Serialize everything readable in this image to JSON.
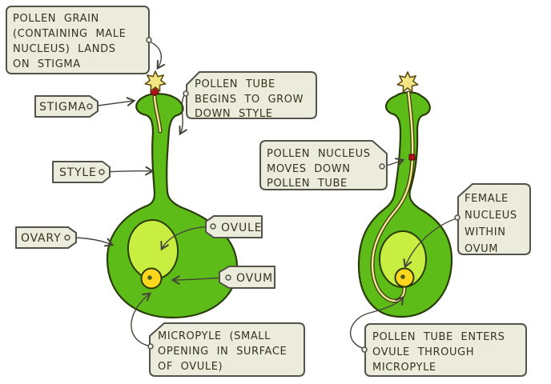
{
  "palette": {
    "bg": "#ffffff",
    "box": "#ebecdb",
    "boxstroke": "#53534a",
    "text": "#34341f",
    "leader": "#45453a",
    "green": "#5ebc18",
    "greenline": "#2a3c05",
    "ovule": "#c9ee42",
    "ovum": "#ffd71c",
    "dot": "#4a5a18",
    "star": "#f3e583",
    "starline": "#5c4d12",
    "tube": "#f7ea95",
    "tubeline": "#3c3c10",
    "red": "#b01217"
  },
  "labels": {
    "pollen_grain": {
      "lines": [
        "POLLEN GRAIN",
        "(CONTAINING MALE",
        "NUCLEUS) LANDS",
        "ON STIGMA"
      ]
    },
    "stigma": {
      "text": "STIGMA"
    },
    "pollen_tube_begins": {
      "lines": [
        "POLLEN TUBE",
        "BEGINS TO GROW",
        "DOWN STYLE"
      ]
    },
    "style": {
      "text": "STYLE"
    },
    "pollen_nucleus": {
      "lines": [
        "POLLEN NUCLEUS",
        "MOVES DOWN",
        "POLLEN TUBE"
      ]
    },
    "ovary": {
      "text": "OVARY"
    },
    "ovule": {
      "text": "OVULE"
    },
    "female_nucleus": {
      "lines": [
        "FEMALE",
        "NUCLEUS",
        "WITHIN",
        "OVUM"
      ]
    },
    "ovum": {
      "text": "OVUM"
    },
    "micropyle": {
      "lines": [
        "MICROPYLE (SMALL",
        "OPENING IN SURFACE",
        "OF OVULE)"
      ]
    },
    "pollen_tube_enters": {
      "lines": [
        "POLLEN TUBE ENTERS",
        "OVULE THROUGH",
        "MICROPYLE"
      ]
    }
  }
}
